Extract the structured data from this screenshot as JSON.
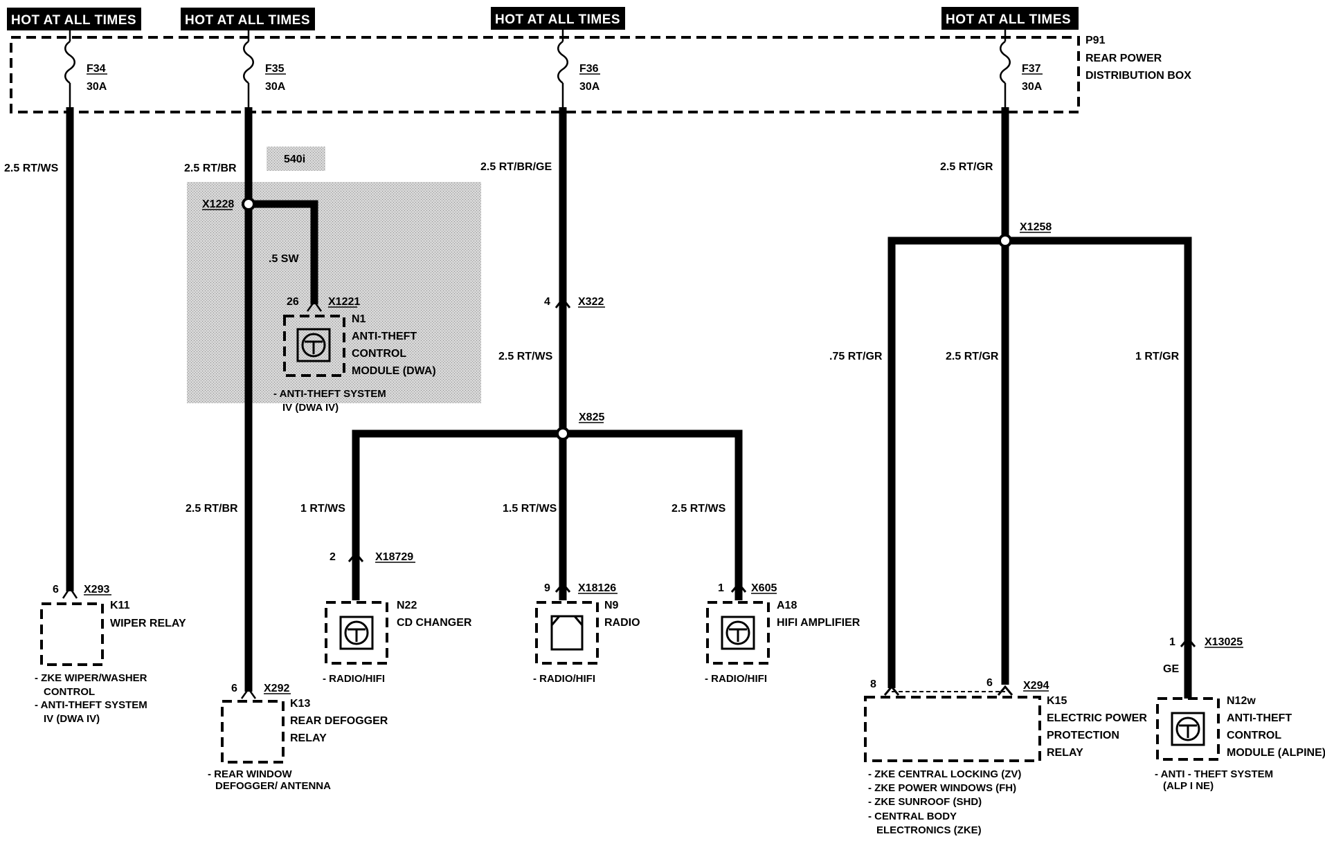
{
  "hot_labels": [
    "HOT AT ALL TIMES",
    "HOT AT ALL TIMES",
    "HOT AT ALL TIMES",
    "HOT AT ALL TIMES"
  ],
  "distribution_box": {
    "id": "P91",
    "name_line1": "REAR POWER",
    "name_line2": "DISTRIBUTION BOX"
  },
  "fuses": [
    {
      "id": "F34",
      "rating": "30A"
    },
    {
      "id": "F35",
      "rating": "30A"
    },
    {
      "id": "F36",
      "rating": "30A"
    },
    {
      "id": "F37",
      "rating": "30A"
    }
  ],
  "option_tag": "540i",
  "wires": {
    "w1": "2.5 RT/WS",
    "w2a": "2.5 RT/BR",
    "w2b": "2.5 RT/BR",
    "w_sw": ".5 SW",
    "w3a": "2.5 RT/BR/GE",
    "w3b": "2.5 RT/WS",
    "w3c": "1 RT/WS",
    "w3d": "1.5 RT/WS",
    "w3e": "2.5 RT/WS",
    "w4a": "2.5 RT/GR",
    "w4b": ".75 RT/GR",
    "w4c": "2.5 RT/GR",
    "w4d": "1 RT/GR",
    "w4e": "GE"
  },
  "splices": {
    "s1": "X1228",
    "s2": "X825",
    "s3": "X1258"
  },
  "connectors": {
    "x322": {
      "id": "X322",
      "pin": "4"
    },
    "x1221": {
      "id": "X1221",
      "pin": "26"
    },
    "x293": {
      "id": "X293",
      "pin": "6"
    },
    "x292": {
      "id": "X292",
      "pin": "6"
    },
    "x18729": {
      "id": "X18729",
      "pin": "2"
    },
    "x18126": {
      "id": "X18126",
      "pin": "9"
    },
    "x605": {
      "id": "X605",
      "pin": "1"
    },
    "x294": {
      "id": "X294",
      "pin_a": "8",
      "pin_b": "6"
    },
    "x13025": {
      "id": "X13025",
      "pin": "1"
    }
  },
  "components": {
    "n1": {
      "id": "N1",
      "name": [
        "ANTI-THEFT",
        "CONTROL",
        "MODULE (DWA)"
      ],
      "notes": [
        "- ANTI-THEFT SYSTEM",
        "IV (DWA IV)"
      ]
    },
    "k11": {
      "id": "K11",
      "name": [
        "WIPER RELAY"
      ],
      "notes": [
        "- ZKE WIPER/WASHER",
        "CONTROL",
        "- ANTI-THEFT SYSTEM",
        "IV (DWA IV)"
      ]
    },
    "k13": {
      "id": "K13",
      "name": [
        "REAR DEFOGGER",
        "RELAY"
      ],
      "notes": [
        "- REAR WINDOW",
        "DEFOGGER/ ANTENNA"
      ]
    },
    "n22": {
      "id": "N22",
      "name": [
        "CD CHANGER"
      ],
      "notes": [
        "- RADIO/HIFI"
      ]
    },
    "n9": {
      "id": "N9",
      "name": [
        "RADIO"
      ],
      "notes": [
        "- RADIO/HIFI"
      ]
    },
    "a18": {
      "id": "A18",
      "name": [
        "HIFI AMPLIFIER"
      ],
      "notes": [
        "- RADIO/HIFI"
      ]
    },
    "k15": {
      "id": "K15",
      "name": [
        "ELECTRIC POWER",
        "PROTECTION",
        "RELAY"
      ],
      "notes": [
        "- ZKE CENTRAL LOCKING (ZV)",
        "- ZKE POWER WINDOWS (FH)",
        "- ZKE SUNROOF (SHD)",
        "- CENTRAL BODY",
        "ELECTRONICS (ZKE)"
      ]
    },
    "n12w": {
      "id": "N12w",
      "name": [
        "ANTI-THEFT",
        "CONTROL",
        "MODULE (ALPINE)"
      ],
      "notes": [
        "- ANTI - THEFT SYSTEM",
        "(ALP I NE)"
      ]
    }
  }
}
